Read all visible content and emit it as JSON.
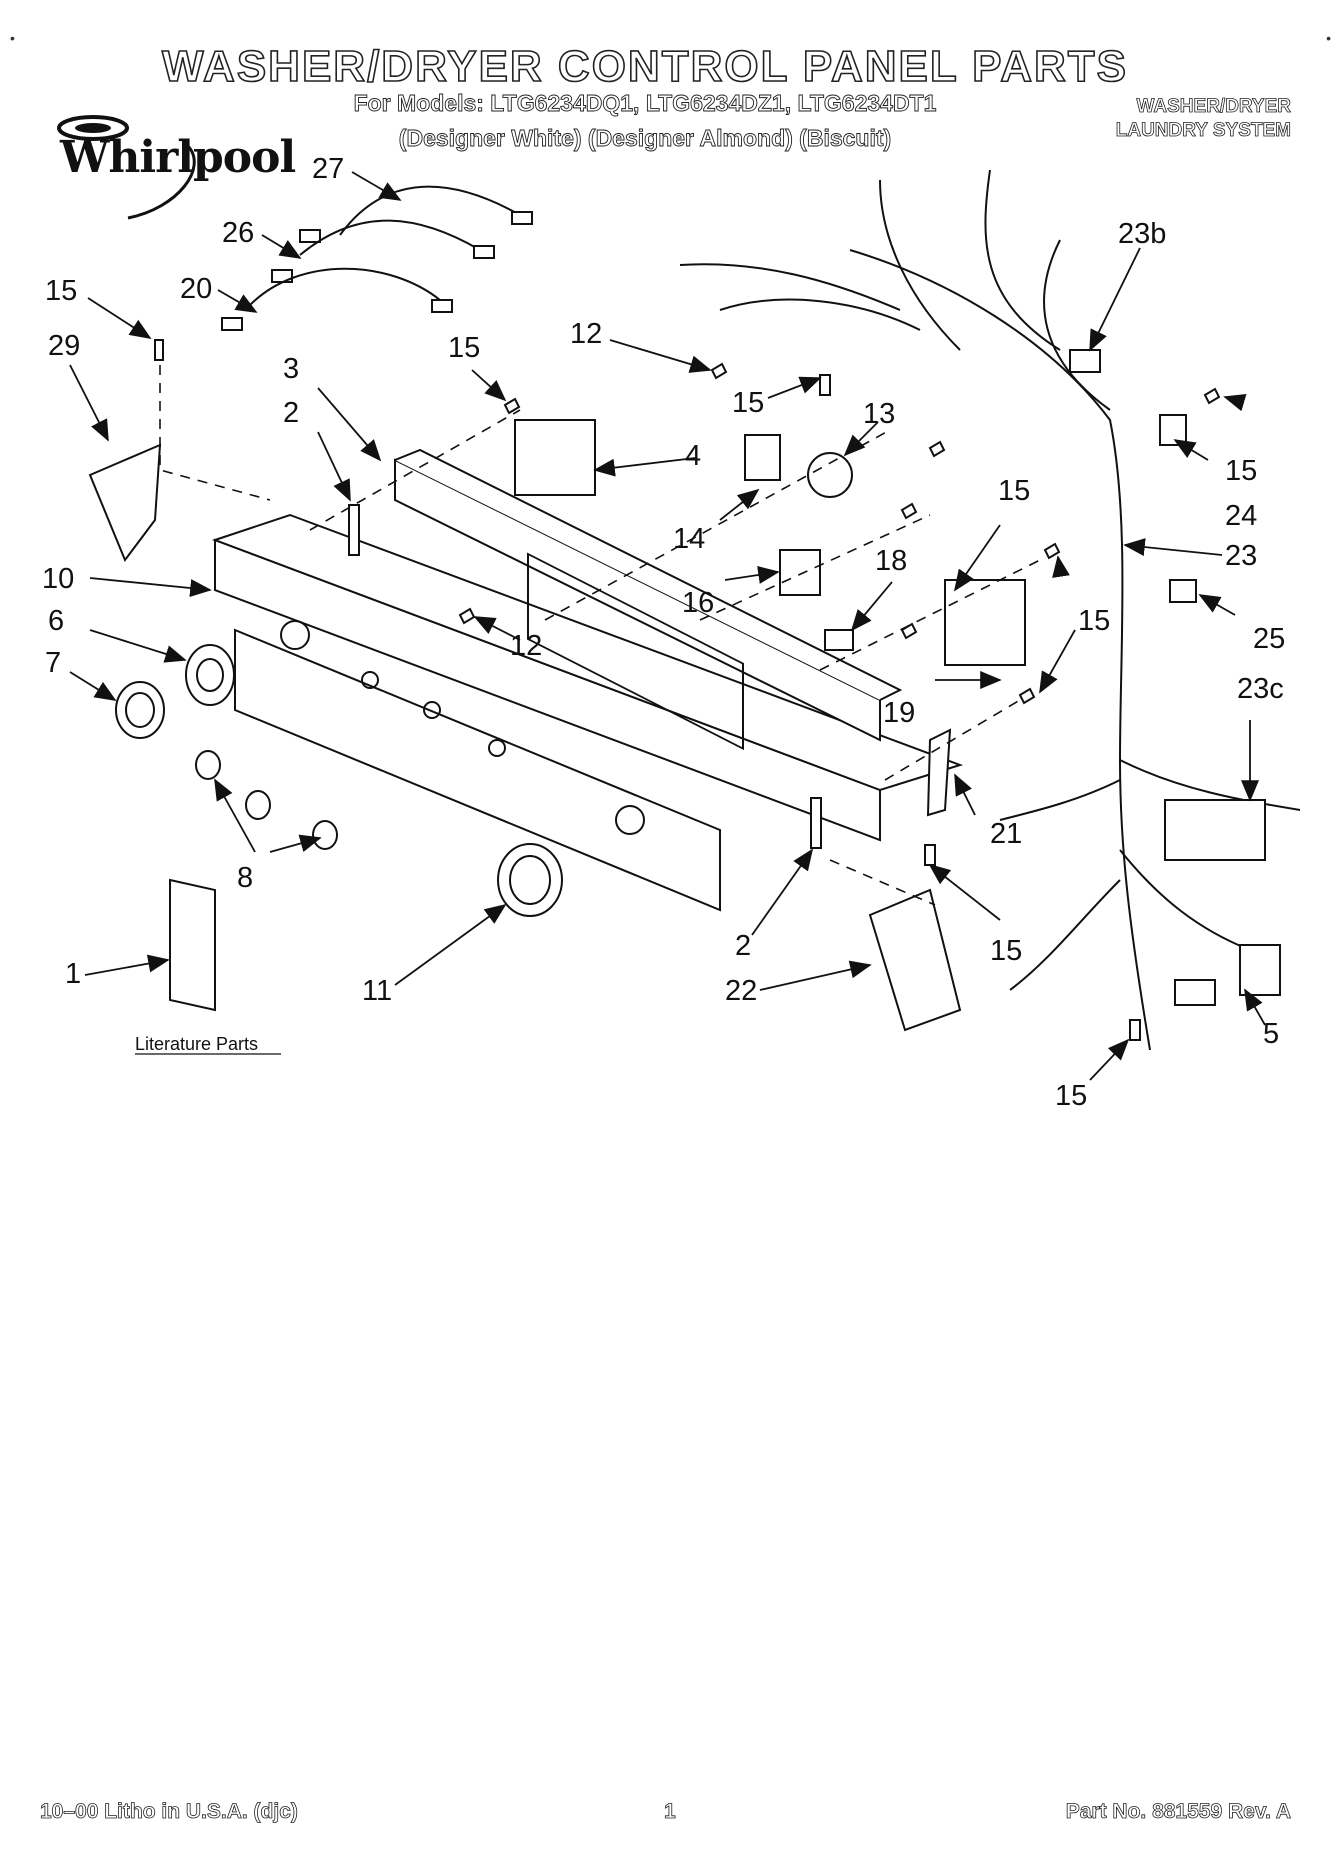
{
  "header": {
    "title": "WASHER/DRYER CONTROL PANEL PARTS",
    "models": "For Models: LTG6234DQ1, LTG6234DZ1, LTG6234DT1",
    "colors": "(Designer White) (Designer Almond) (Biscuit)",
    "system_line1": "WASHER/DRYER",
    "system_line2": "LAUNDRY SYSTEM",
    "brand": "Whirlpool"
  },
  "callouts": {
    "c27": "27",
    "c26": "26",
    "c20": "20",
    "c15a": "15",
    "c29": "29",
    "c3": "3",
    "c2a": "2",
    "c15b": "15",
    "c12a": "12",
    "c15c": "15",
    "c13": "13",
    "c4": "4",
    "c14": "14",
    "c23b": "23b",
    "c15d": "15",
    "c24": "24",
    "c15e": "15",
    "c23": "23",
    "c10": "10",
    "c6": "6",
    "c7": "7",
    "c12b": "12",
    "c16": "16",
    "c18": "18",
    "c15f": "15",
    "c25": "25",
    "c19": "19",
    "c23c": "23c",
    "c21": "21",
    "c8": "8",
    "c2b": "2",
    "c15g": "15",
    "c11": "11",
    "c1": "1",
    "c22": "22",
    "c5": "5",
    "c15h": "15"
  },
  "literature_label": "Literature Parts",
  "footer": {
    "litho": "10–00 Litho in U.S.A. (djc)",
    "page": "1",
    "part_no": "Part No. 881559 Rev. A"
  }
}
